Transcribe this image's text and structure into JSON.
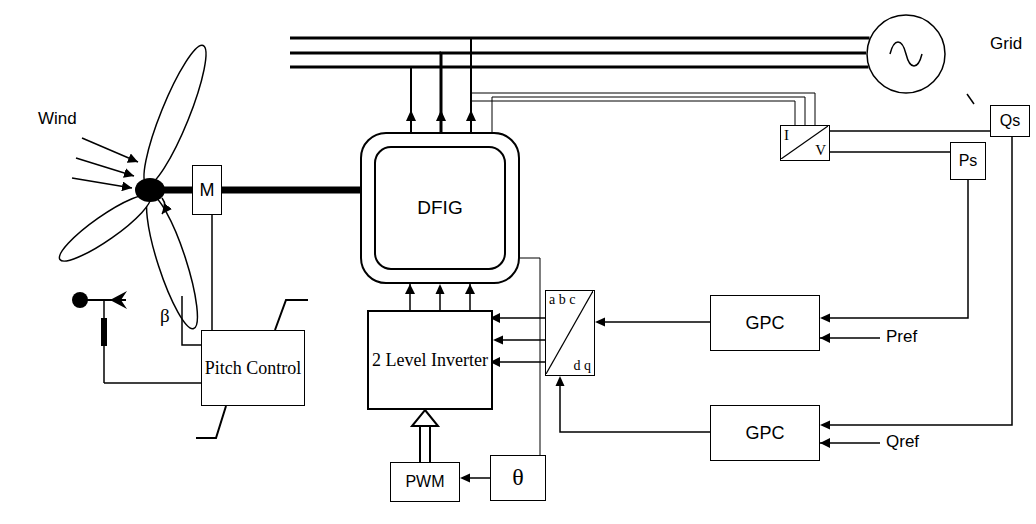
{
  "diagram": {
    "nodes": [
      {
        "text": [
          "Grid"
        ]
      },
      {
        "text": [
          "M"
        ]
      },
      {
        "text": [
          "DFIG"
        ]
      },
      {
        "text": [
          "I",
          "V"
        ]
      },
      {
        "text": [
          "Qs"
        ]
      },
      {
        "text": [
          "Ps"
        ]
      },
      {
        "text": [
          "Pitch Control"
        ]
      },
      {
        "text": [
          "2 Level Inverter"
        ]
      },
      {
        "text": [
          "a b c",
          "d q"
        ]
      },
      {
        "text": [
          "GPC"
        ]
      },
      {
        "text": [
          "GPC"
        ]
      },
      {
        "text": [
          "PWM"
        ]
      },
      {
        "text": [
          "θ"
        ]
      }
    ],
    "edges": [
      {
        "from": 1,
        "to": 2,
        "arrow": "none"
      },
      {
        "from": 1,
        "to": 6,
        "arrow": "none"
      },
      {
        "from": 2,
        "to": 0,
        "arrow": "none"
      },
      {
        "from": 2,
        "to": 3,
        "arrow": "none"
      },
      {
        "from": 3,
        "to": 4,
        "arrow": "none"
      },
      {
        "from": 3,
        "to": 5,
        "arrow": "none"
      },
      {
        "from": 5,
        "to": 9,
        "arrow": "to"
      },
      {
        "from": 4,
        "to": 10,
        "arrow": "to"
      },
      {
        "from": 9,
        "to": 8,
        "arrow": "to"
      },
      {
        "from": 10,
        "to": 8,
        "arrow": "to"
      },
      {
        "from": 8,
        "to": 7,
        "arrow": "to"
      },
      {
        "from": 7,
        "to": 2,
        "arrow": "to"
      },
      {
        "from": 11,
        "to": 7,
        "arrow": "to"
      },
      {
        "from": 12,
        "to": 11,
        "arrow": "to"
      },
      {
        "from": 2,
        "to": 12,
        "arrow": "none"
      }
    ],
    "labels": [
      "Wind",
      "β",
      "Pref",
      "Qref"
    ]
  }
}
